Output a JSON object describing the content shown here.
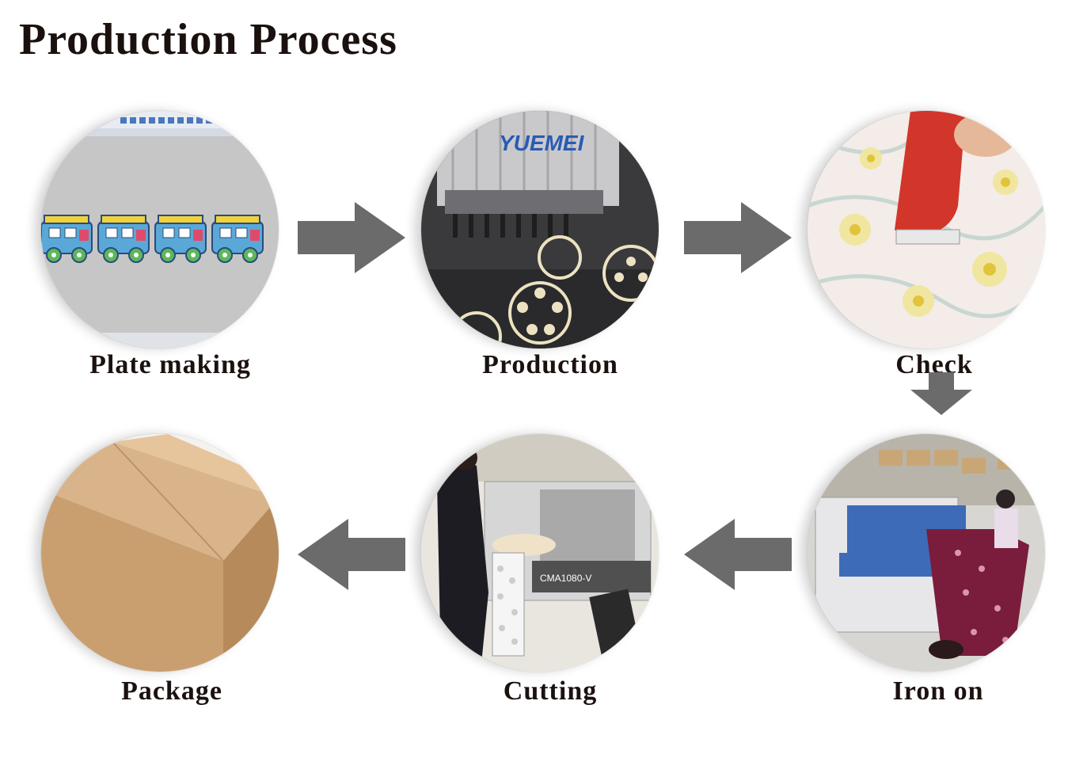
{
  "title": "Production Process",
  "steps": [
    {
      "id": "plate-making",
      "label": "Plate making"
    },
    {
      "id": "production",
      "label": "Production",
      "machine_brand": "YUEMEI"
    },
    {
      "id": "check",
      "label": "Check"
    },
    {
      "id": "iron-on",
      "label": "Iron on"
    },
    {
      "id": "cutting",
      "label": "Cutting",
      "machine_model": "CMA1080-V"
    },
    {
      "id": "package",
      "label": "Package"
    }
  ],
  "flow": [
    {
      "from": "plate-making",
      "to": "production",
      "direction": "right"
    },
    {
      "from": "production",
      "to": "check",
      "direction": "right"
    },
    {
      "from": "check",
      "to": "iron-on",
      "direction": "down"
    },
    {
      "from": "iron-on",
      "to": "cutting",
      "direction": "left"
    },
    {
      "from": "cutting",
      "to": "package",
      "direction": "left"
    }
  ],
  "colors": {
    "arrow": "#6b6b6b",
    "text": "#1b1210",
    "background": "#ffffff"
  }
}
